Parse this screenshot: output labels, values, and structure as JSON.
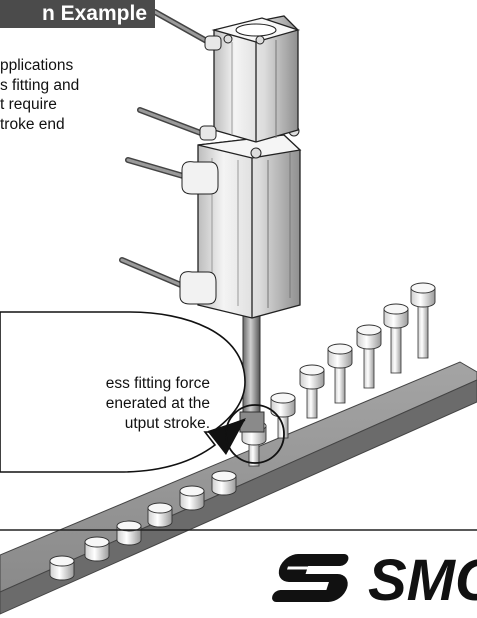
{
  "header": {
    "title": "n Example"
  },
  "description": {
    "lines": [
      "pplications",
      "s fitting and",
      "t require",
      "troke end"
    ]
  },
  "callout": {
    "lines": [
      "ess fitting force",
      "enerated at the",
      "utput stroke."
    ]
  },
  "logo": {
    "text": "SMC"
  },
  "colors": {
    "banner": "#4b4b4b",
    "logo": "#111111",
    "base_plate": "#8a8a8a",
    "cylinder": "#e4e4e4"
  }
}
